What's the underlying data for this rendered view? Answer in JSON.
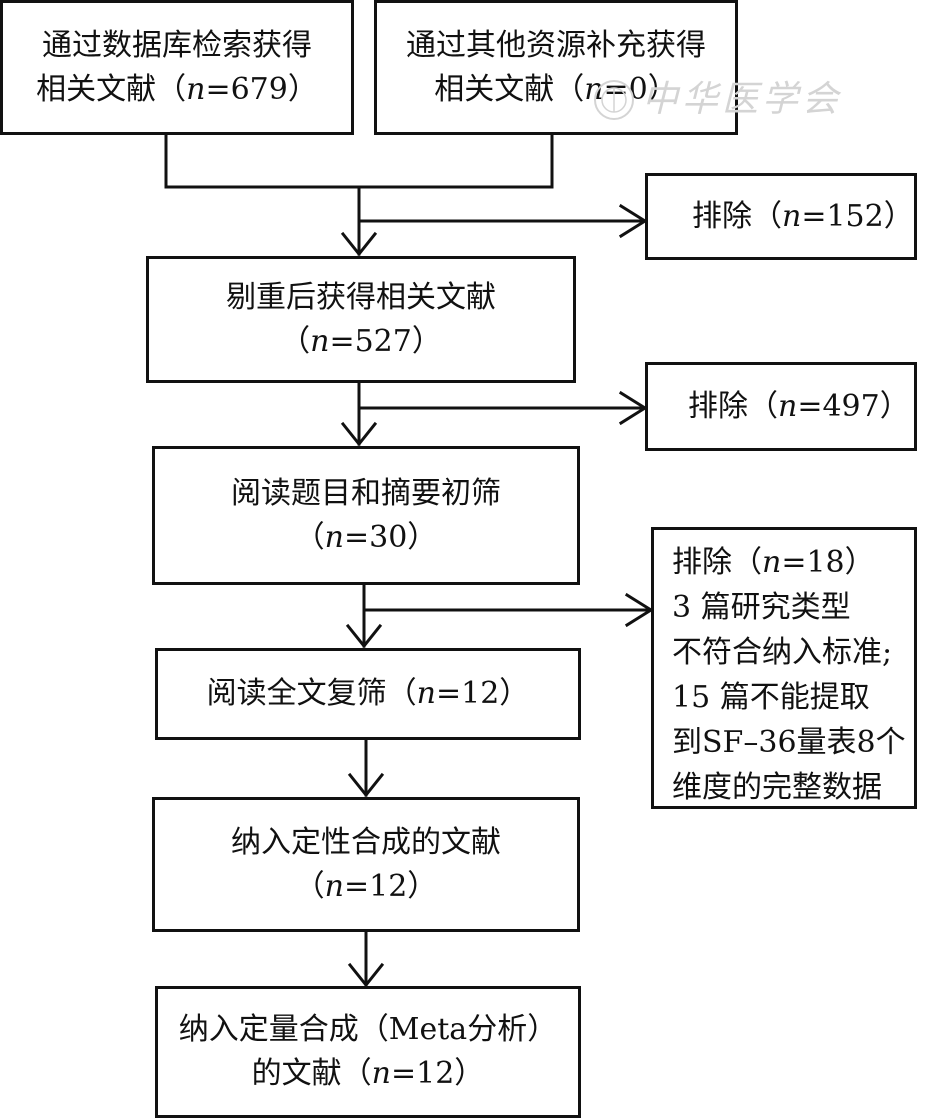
{
  "watermark": "中华医学会",
  "boxes": {
    "database": {
      "line1": "通过数据库检索获得",
      "line2_pre": "相关文献（",
      "n": "n",
      "line2_post": "=679）"
    },
    "other": {
      "line1": "通过其他资源补充获得",
      "line2_pre": "相关文献（",
      "n": "n",
      "line2_post": "=0）"
    },
    "dedup": {
      "line1": "剔重后获得相关文献",
      "line2_pre": "（",
      "n": "n",
      "line2_post": "=527）"
    },
    "title_abstract": {
      "line1": "阅读题目和摘要初筛",
      "line2_pre": "（",
      "n": "n",
      "line2_post": "=30）"
    },
    "fulltext": {
      "line1_pre": "阅读全文复筛（",
      "n": "n",
      "line1_post": "=12）"
    },
    "qualitative": {
      "line1": "纳入定性合成的文献",
      "line2_pre": "（",
      "n": "n",
      "line2_post": "=12）"
    },
    "quantitative": {
      "line1": "纳入定量合成（Meta分析）",
      "line2_pre": "的文献（",
      "n": "n",
      "line2_post": "=12）"
    }
  },
  "exclusions": {
    "ex1": {
      "pre": "排除（",
      "n": "n",
      "post": "=152）"
    },
    "ex2": {
      "pre": "排除（",
      "n": "n",
      "post": "=497）"
    },
    "ex3": {
      "pre": "排除（",
      "n": "n",
      "post": "=18）",
      "lines": [
        "3 篇研究类型",
        "不符合纳入标准;",
        "15 篇不能提取",
        "到SF–36量表8个",
        "维度的完整数据"
      ]
    }
  }
}
